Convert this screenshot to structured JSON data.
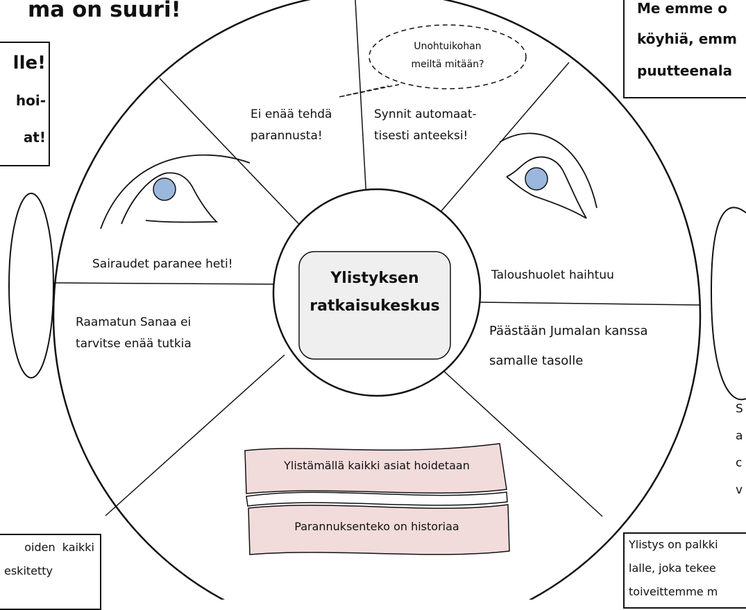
{
  "header_title_fragment": "ma on suuri!",
  "left_box": {
    "line1": "lle!",
    "line2": "hoi-",
    "line3": "at!"
  },
  "right_box": {
    "line1": "Me emme o",
    "line2": "köyhiä, emm",
    "line3": "puutteenala"
  },
  "hub": {
    "line1": "Ylistyksen",
    "line2": "ratkaisukeskus"
  },
  "thought_bubble": {
    "line1": "Unohtuikohan",
    "line2": "meiltä mitään?"
  },
  "segments": {
    "top_left": {
      "line1": "Ei enää tehdä",
      "line2": "parannusta!"
    },
    "top_right": {
      "line1": "Synnit automaat-",
      "line2": "tisesti anteeksi!"
    },
    "left_upper": "Sairaudet paranee heti!",
    "left_lower": {
      "line1": "Raamatun Sanaa ei",
      "line2": "tarvitse enää tutkia"
    },
    "right_upper": "Taloushuolet  haihtuu",
    "right_lower": {
      "line1": "Päästään Jumalan kanssa",
      "line2": "samalle tasolle"
    }
  },
  "banner": {
    "top": "Ylistämällä kaikki asiat hoidetaan",
    "bottom": "Parannuksenteko on historiaa"
  },
  "right_side_letters": [
    "S",
    "a",
    "c",
    "v"
  ],
  "bottom_left_box": {
    "line1": "oiden  kaikki",
    "line2": "eskitetty"
  },
  "bottom_right_box": {
    "line1": "Ylistys on palkki",
    "line2": "lalle, joka tekee",
    "line3": "toiveittemme m"
  },
  "colors": {
    "iris": "#9bb7de",
    "banner_fill": "#f2dcdb",
    "hub_fill": "#efefef",
    "line": "#111111"
  }
}
